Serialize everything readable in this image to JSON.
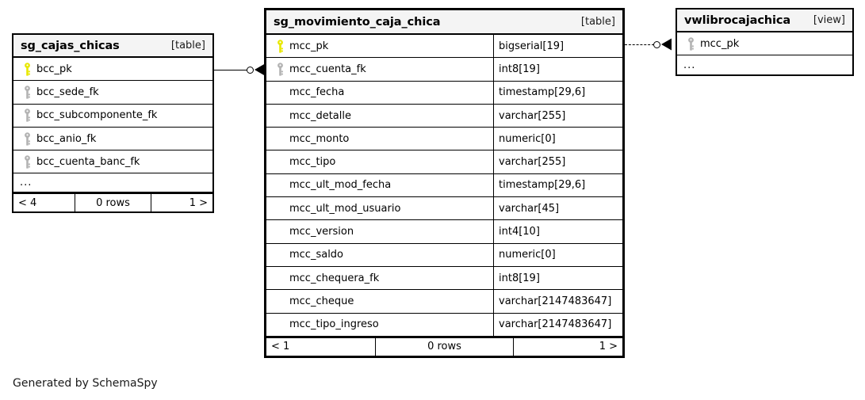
{
  "diagram": {
    "credit": "Generated by SchemaSpy",
    "colors": {
      "pk_key": "#e8e800",
      "fk_key": "#b3b3b3",
      "border": "#000000",
      "header_bg": "#f4f4f4",
      "background": "#ffffff"
    }
  },
  "tables": [
    {
      "id": "sg_cajas_chicas",
      "name": "sg_cajas_chicas",
      "kind": "[table]",
      "columns": [
        {
          "key": "pk",
          "name": "bcc_pk",
          "type": ""
        },
        {
          "key": "fk",
          "name": "bcc_sede_fk",
          "type": ""
        },
        {
          "key": "fk",
          "name": "bcc_subcomponente_fk",
          "type": ""
        },
        {
          "key": "fk",
          "name": "bcc_anio_fk",
          "type": ""
        },
        {
          "key": "fk",
          "name": "bcc_cuenta_banc_fk",
          "type": ""
        }
      ],
      "more": "...",
      "footer": {
        "prev": "< 4",
        "rows": "0 rows",
        "next": "1 >"
      }
    },
    {
      "id": "sg_movimiento_caja_chica",
      "name": "sg_movimiento_caja_chica",
      "kind": "[table]",
      "columns": [
        {
          "key": "pk",
          "name": "mcc_pk",
          "type": "bigserial[19]"
        },
        {
          "key": "fk",
          "name": "mcc_cuenta_fk",
          "type": "int8[19]"
        },
        {
          "key": "none",
          "name": "mcc_fecha",
          "type": "timestamp[29,6]"
        },
        {
          "key": "none",
          "name": "mcc_detalle",
          "type": "varchar[255]"
        },
        {
          "key": "none",
          "name": "mcc_monto",
          "type": "numeric[0]"
        },
        {
          "key": "none",
          "name": "mcc_tipo",
          "type": "varchar[255]"
        },
        {
          "key": "none",
          "name": "mcc_ult_mod_fecha",
          "type": "timestamp[29,6]"
        },
        {
          "key": "none",
          "name": "mcc_ult_mod_usuario",
          "type": "varchar[45]"
        },
        {
          "key": "none",
          "name": "mcc_version",
          "type": "int4[10]"
        },
        {
          "key": "none",
          "name": "mcc_saldo",
          "type": "numeric[0]"
        },
        {
          "key": "none",
          "name": "mcc_chequera_fk",
          "type": "int8[19]"
        },
        {
          "key": "none",
          "name": "mcc_cheque",
          "type": "varchar[2147483647]"
        },
        {
          "key": "none",
          "name": "mcc_tipo_ingreso",
          "type": "varchar[2147483647]"
        }
      ],
      "footer": {
        "prev": "< 1",
        "rows": "0 rows",
        "next": "1 >"
      }
    },
    {
      "id": "vwlibrocajachica",
      "name": "vwlibrocajachica",
      "kind": "[view]",
      "columns": [
        {
          "key": "fk",
          "name": "mcc_pk",
          "type": ""
        }
      ],
      "more": "..."
    }
  ],
  "relationships": [
    {
      "id": "rel-left",
      "from": "sg_cajas_chicas",
      "to": "sg_movimiento_caja_chica",
      "style": "solid"
    },
    {
      "id": "rel-right",
      "from": "sg_movimiento_caja_chica",
      "to": "vwlibrocajachica",
      "style": "dashed"
    }
  ]
}
